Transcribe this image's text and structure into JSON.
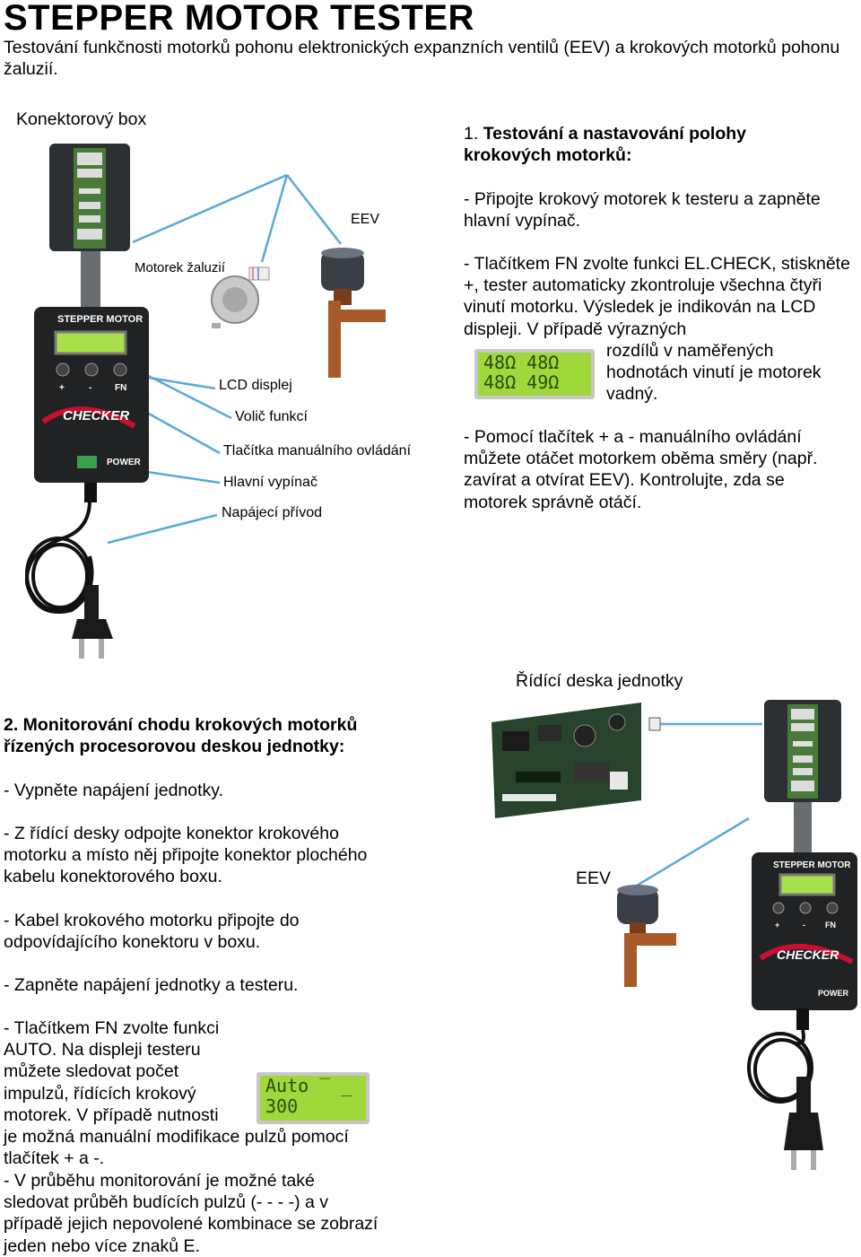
{
  "header": {
    "title": "STEPPER MOTOR TESTER",
    "subtitle": "Testování funkčnosti motorků pohonu elektronických expanzních ventilů (EEV) a krokových motorků pohonu žaluzií."
  },
  "diagram1": {
    "connector_box_label": "Konektorový box",
    "eev_label": "EEV",
    "louver_motor_label": "Motorek žaluzií",
    "lcd_label": "LCD displej",
    "function_selector_label": "Volič funkcí",
    "manual_buttons_label": "Tlačítka manuálního ovládání",
    "main_switch_label": "Hlavní vypínač",
    "power_cord_label": "Napájecí přívod",
    "device_brand": "STEPPER MOTOR",
    "device_logo": "CHECKER",
    "device_power": "POWER",
    "device_buttons": [
      "+",
      "-",
      "FN"
    ]
  },
  "section1": {
    "heading_num": "1. ",
    "heading": "Testování a nastavování polohy krokových motorků:",
    "p1": "- Připojte krokový motorek k testeru a zapněte hlavní vypínač.",
    "p2": "- Tlačítkem FN zvolte funkci EL.CHECK, stiskněte +, tester automaticky zkontroluje všechna čtyři vinutí motorku. Výsledek je indikován na LCD displeji. V případě výrazných",
    "p2b": "rozdílů v naměřených hodnotách vinutí je motorek vadný.",
    "lcd_line1": "48Ω 48Ω",
    "lcd_line2": "48Ω 49Ω",
    "p3": "- Pomocí tlačítek + a - manuálního ovládání můžete otáčet motorkem oběma směry (např. zavírat a otvírat EEV). Kontrolujte, zda se motorek správně otáčí."
  },
  "diagram2": {
    "control_board_label": "Řídící deska jednotky",
    "eev_label": "EEV"
  },
  "section2": {
    "heading": "2. Monitorování chodu krokových motorků řízených procesorovou deskou jednotky:",
    "p1": "- Vypněte napájení jednotky.",
    "p2": "- Z řídící desky odpojte konektor krokového motorku a místo něj připojte konektor plochého kabelu konektorového boxu.",
    "p3": "- Kabel krokového motorku připojte do odpovídajícího konektoru v boxu.",
    "p4": "- Zapněte napájení jednotky a testeru.",
    "p5": "- Tlačítkem FN zvolte funkci AUTO. Na displeji testeru můžete sledovat počet impulzů, řídících krokový motorek. V případě nutnosti je možná manuální modifikace pulzů pomocí tlačítek + a -.",
    "lcd_line1": "Auto ‾ _",
    "lcd_line2": "300",
    "p6": "- V průběhu monitorování je možné také sledovat průběh budících pulzů (- - - -) a v případě jejich nepovolené kombinace se zobrazí jeden nebo více znaků E."
  },
  "colors": {
    "lcd_green": "#9ed83a",
    "pointer_blue": "#5aa9d6",
    "device_red": "#c8102e"
  }
}
